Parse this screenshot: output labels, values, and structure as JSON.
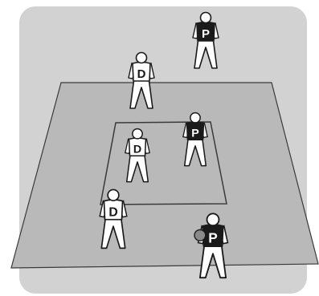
{
  "colors": {
    "background": "#ffffff",
    "area": "#d2d2d2",
    "court": "#b9b9b9",
    "line": "#3a3a3a",
    "player_white": "#ffffff",
    "player_black": "#1a1a1a",
    "ball": "#8a8a8a"
  },
  "players": [
    {
      "id": "p-top",
      "bib": "P",
      "team": "attack"
    },
    {
      "id": "d-top",
      "bib": "D",
      "team": "defence"
    },
    {
      "id": "p-inner",
      "bib": "P",
      "team": "attack"
    },
    {
      "id": "d-inner",
      "bib": "D",
      "team": "defence"
    },
    {
      "id": "d-front",
      "bib": "D",
      "team": "defence"
    },
    {
      "id": "p-front",
      "bib": "P",
      "team": "attack",
      "has_ball": true
    }
  ]
}
